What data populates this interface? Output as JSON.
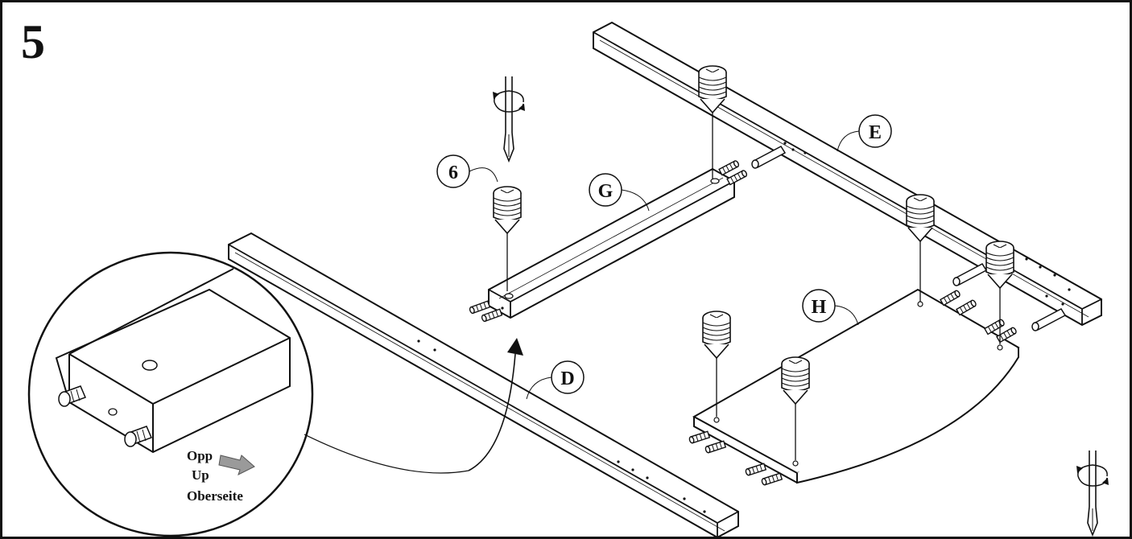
{
  "step": {
    "number": "5"
  },
  "parts": {
    "d": "D",
    "e": "E",
    "g": "G",
    "h": "H"
  },
  "hardware": {
    "cam_lock": "6"
  },
  "orientation_note": {
    "line1": "Opp",
    "line2": "Up",
    "line3": "Oberseite"
  },
  "colors": {
    "ink": "#111111",
    "arrow_fill": "#9a9a9a",
    "paper": "#ffffff"
  },
  "icons": [
    "screwdriver-icon",
    "rotate-arrow-icon",
    "cam-lock-icon",
    "dowel-icon",
    "up-arrow-icon"
  ]
}
